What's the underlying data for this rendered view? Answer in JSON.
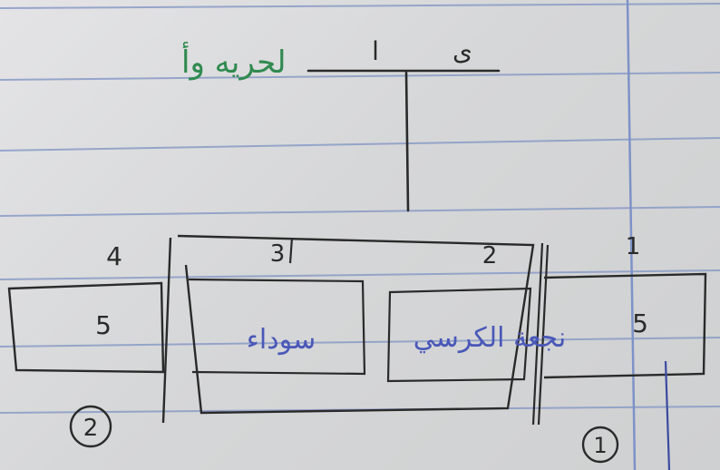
{
  "photo": {
    "green_heading": "لحريه وأ",
    "top_label_a": "ى",
    "top_label_b": "ا",
    "blue_text_middle": "سوداء",
    "blue_text_right": "نجعة الكرسي",
    "digit_1": "1",
    "digit_2": "2",
    "digit_3": "3",
    "digit_4": "4",
    "digit_5_left": "5",
    "digit_5_right": "5",
    "circled_1": "1",
    "circled_2": "2"
  },
  "colors": {
    "paper": "#dcdddf",
    "rule_line": "#8a9bc7",
    "margin_line": "#7d92c8",
    "pencil": "#2a2a2a",
    "green_ink": "#2f8a4f",
    "blue_ink": "#4a58b8"
  }
}
